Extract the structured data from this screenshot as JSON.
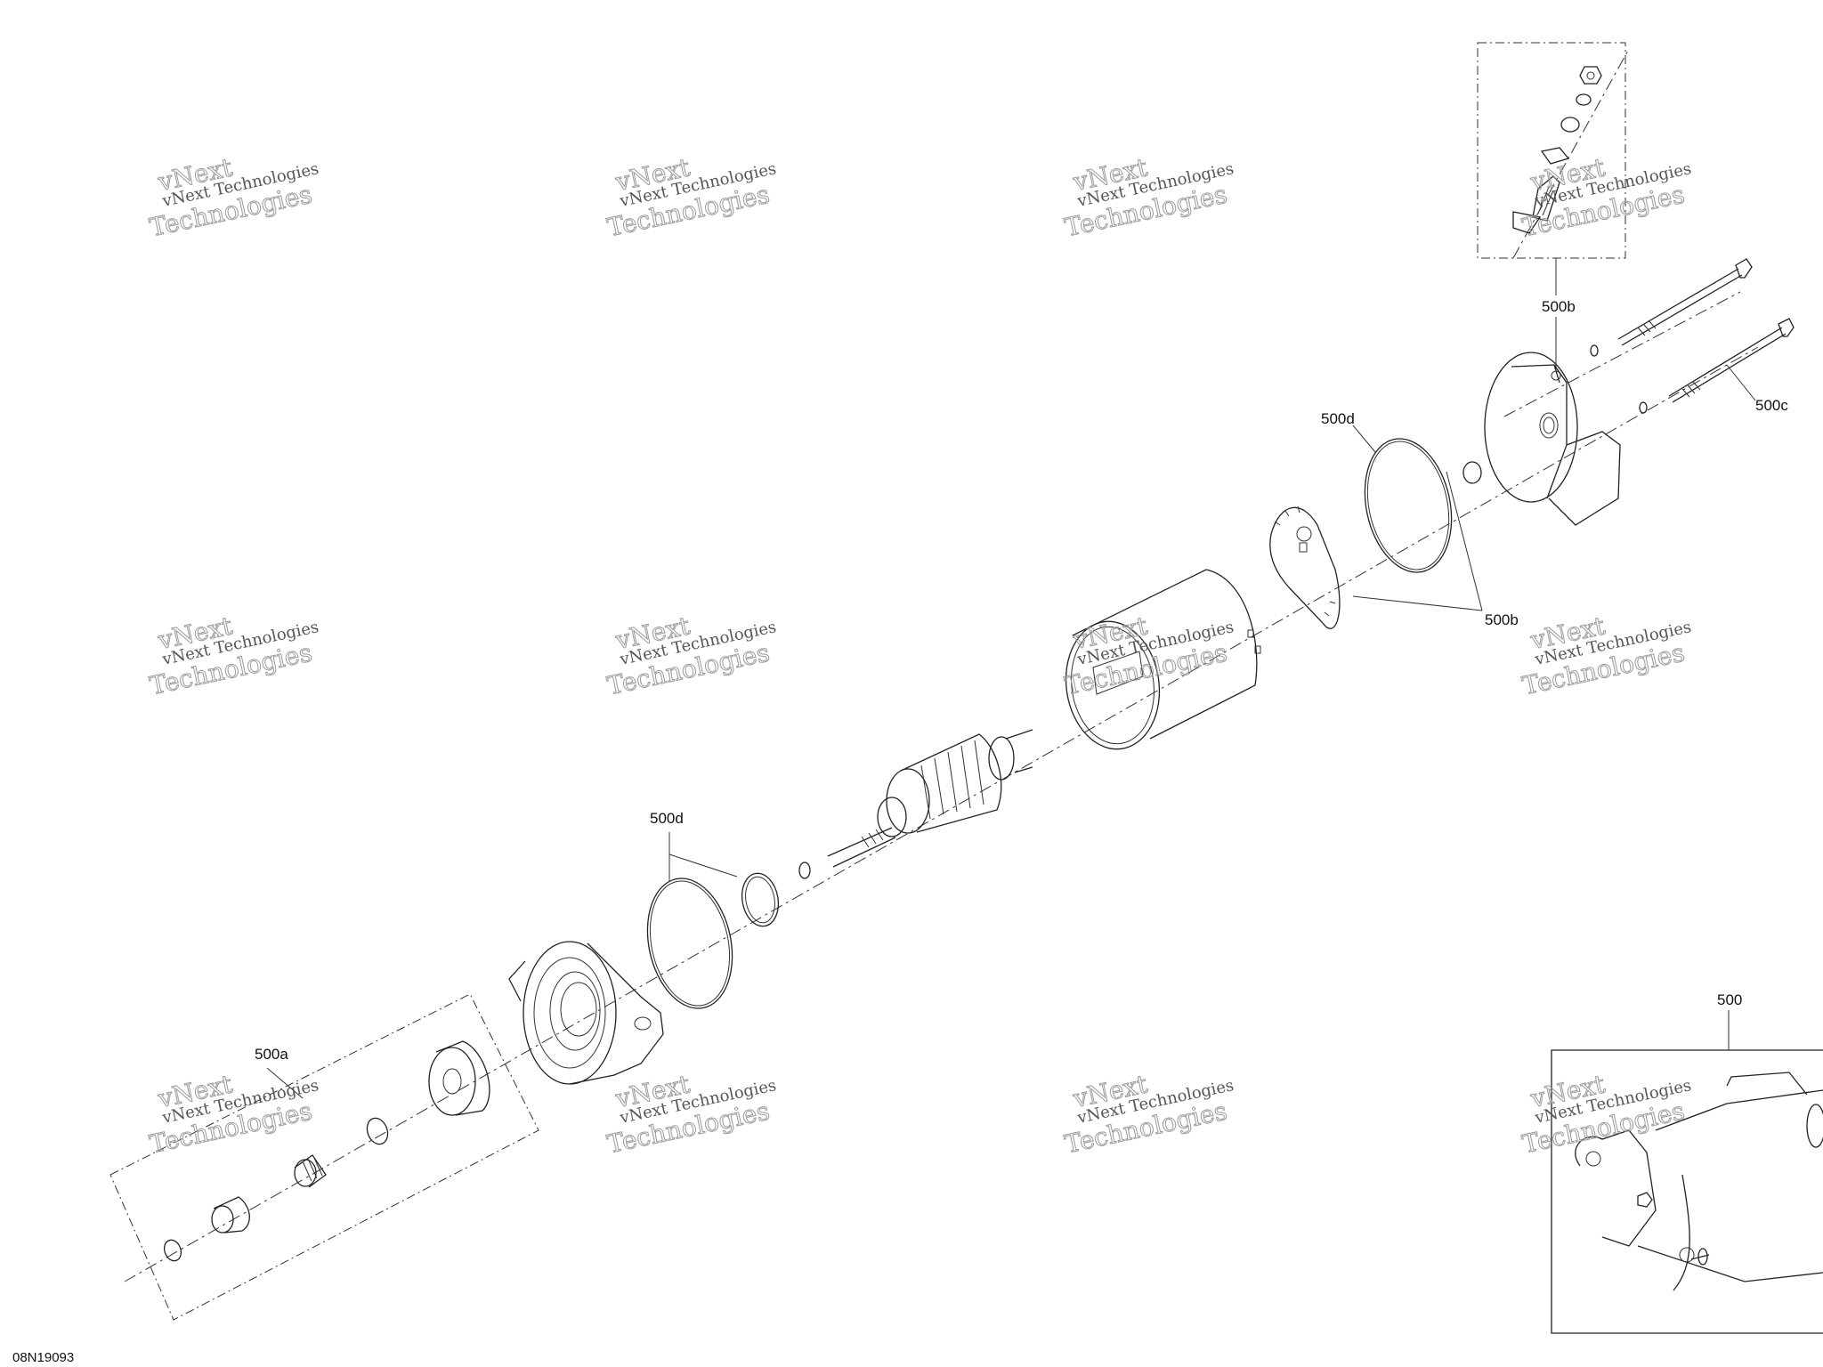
{
  "diagram": {
    "drawing_number": "08N19093",
    "callouts": {
      "top_box_group": "500b",
      "bolt": "500c",
      "oring_rear": "500d",
      "brush_group": "500b",
      "oring_front": "500d",
      "drive_group": "500a",
      "assembly": "500"
    },
    "watermark": {
      "line1": "vNext Technologies",
      "line2": "vNext",
      "line3": "Technologies"
    }
  }
}
